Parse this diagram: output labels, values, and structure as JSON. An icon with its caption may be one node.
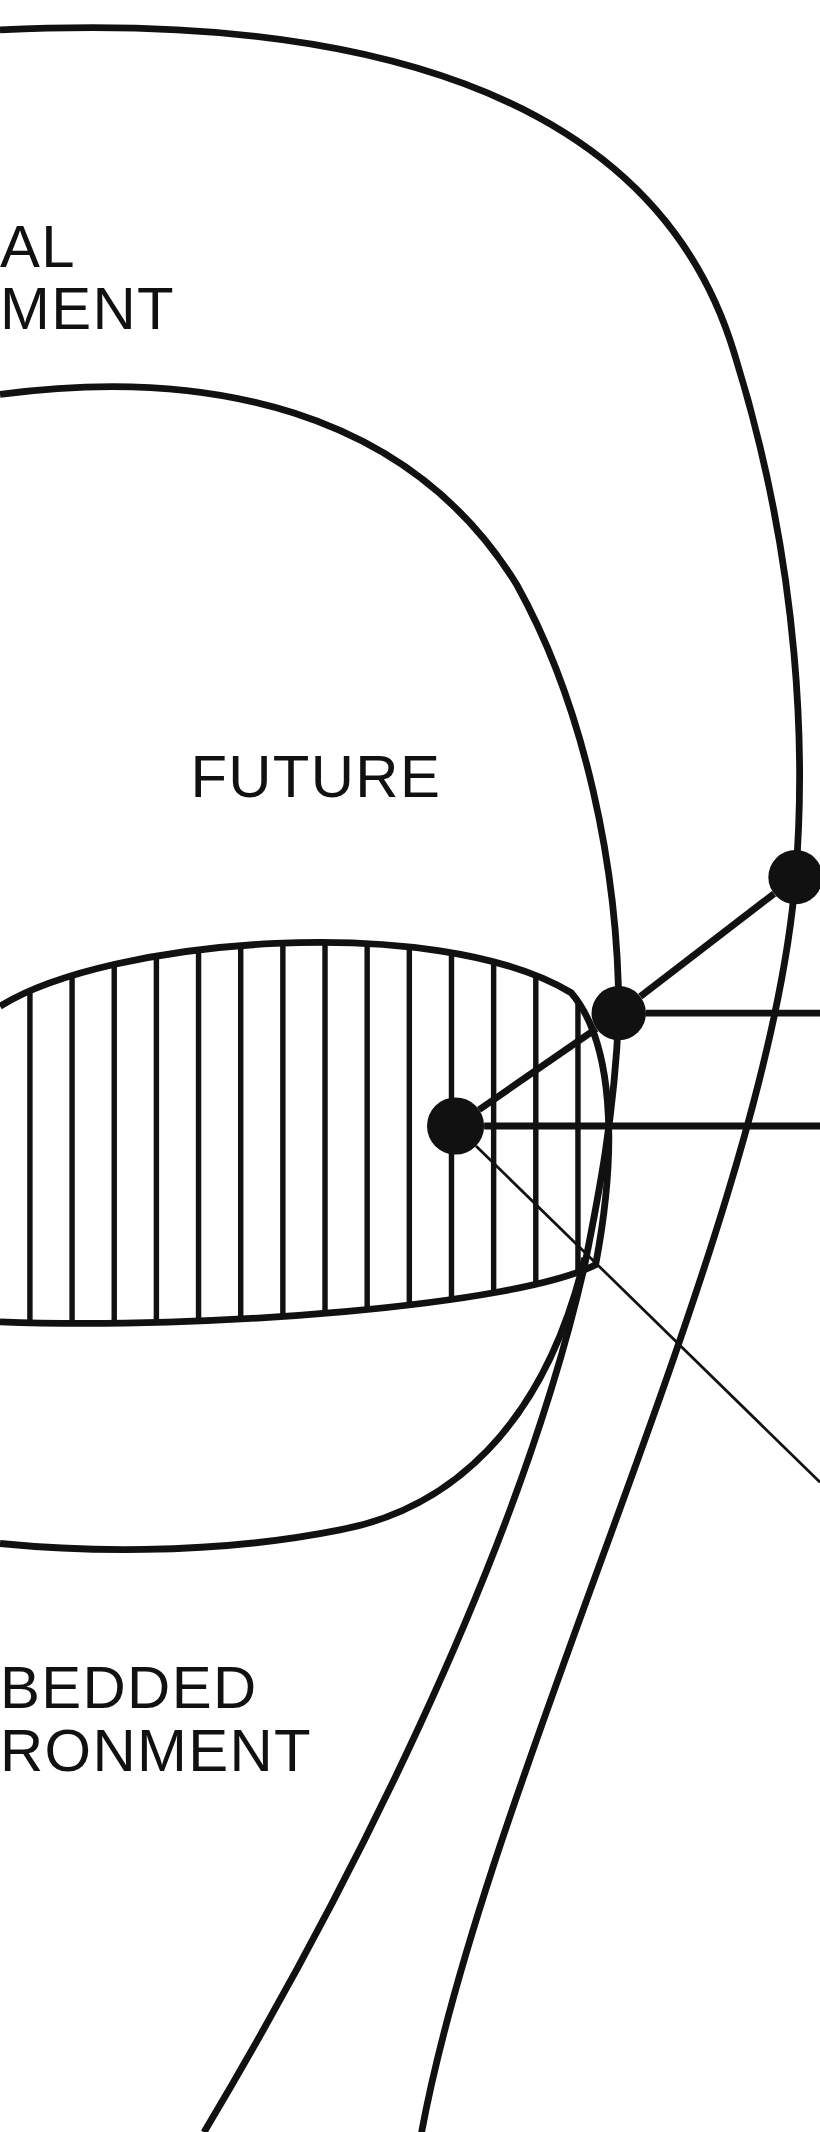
{
  "diagram": {
    "nodes": [
      {
        "text": [],
        "shape": "circle"
      },
      {
        "text": [],
        "shape": "circle"
      },
      {
        "text": [],
        "shape": "circle"
      }
    ],
    "edges": [
      {
        "from": 0,
        "to": 1,
        "arrow": "none"
      },
      {
        "from": 1,
        "to": 2,
        "arrow": "none"
      },
      {
        "from": 1,
        "to": null,
        "arrow": "none"
      },
      {
        "from": 2,
        "to": null,
        "arrow": "none"
      },
      {
        "from": 2,
        "to": null,
        "arrow": "none"
      }
    ],
    "labels": [
      "AL MENT",
      "FUTURE",
      "BEDDED RONMENT"
    ]
  }
}
